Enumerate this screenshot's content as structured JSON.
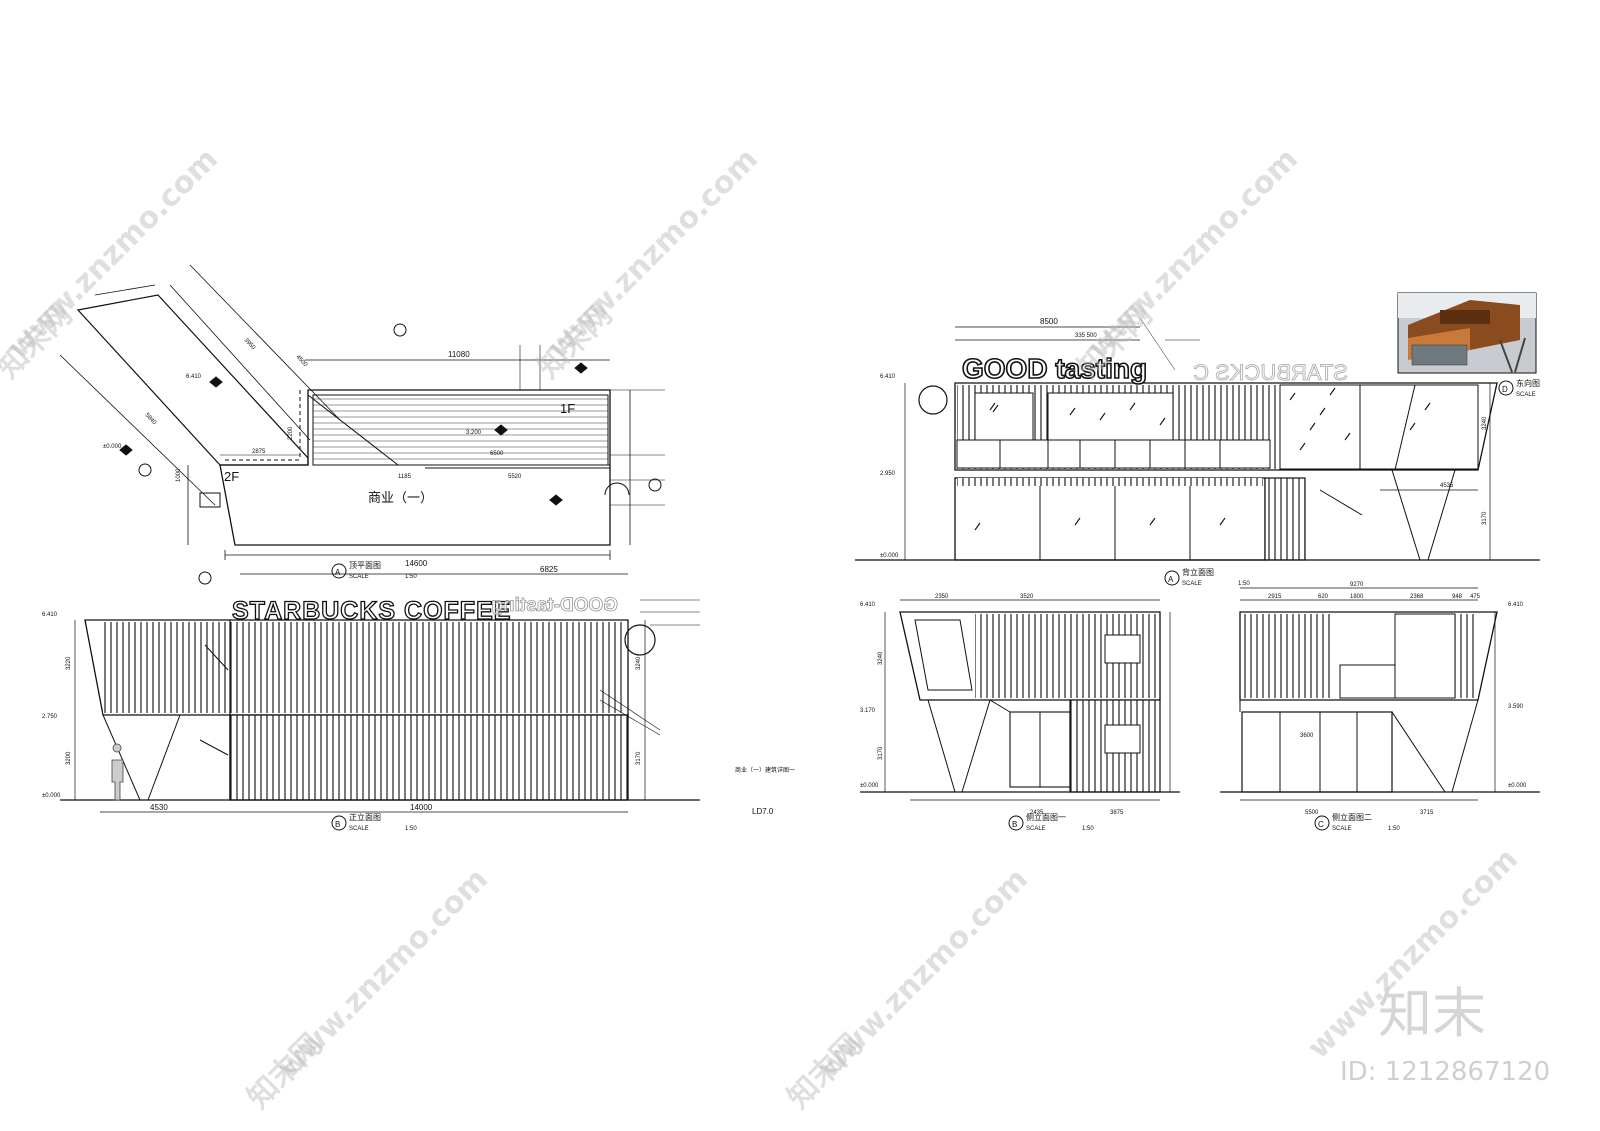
{
  "drawing": {
    "sheet_code": "LD7.0",
    "side_note": "商业（一）建筑详图一",
    "scale_word": "SCALE",
    "scale_value": "1:50"
  },
  "plan": {
    "marker": "A",
    "title": "顶平面图",
    "label_1f": "1F",
    "label_2f": "2F",
    "room_label": "商业（一）",
    "dims": {
      "d_total": "14600",
      "d_top": "11080",
      "d_2875": "2875",
      "d_6500": "6500",
      "d_1185": "1185",
      "d_5520": "5520",
      "d_3950": "3950",
      "d_4500": "4500",
      "d_5840": "5840",
      "d_1000": "1000",
      "d_2200": "2200"
    },
    "levels": {
      "l_6410": "6.410",
      "l_3200": "3.200",
      "l_0": "±0.000"
    }
  },
  "elev_front": {
    "marker": "B",
    "title": "正立面图",
    "sign_text": "STARBUCKS COFFEE",
    "sign_mirror": "GOOD-tasting",
    "dims": {
      "total": "14000",
      "left": "4530",
      "top": "6825",
      "h1": "3220",
      "h2": "3200",
      "h3": "3170",
      "h4": "3240"
    },
    "levels": {
      "l_6410": "6.410",
      "l_2750": "2.750",
      "l_0": "±0.000"
    }
  },
  "elev_back": {
    "marker": "A",
    "title": "背立面图",
    "marker_d": "D",
    "title_d": "东向图",
    "sign_text": "GOOD tasting",
    "sign_mirror": "STARBUCKS C",
    "dims": {
      "top": "8500",
      "top2": "335  500",
      "right": "4535",
      "h1": "3240",
      "h2": "3170"
    },
    "levels": {
      "l_6410": "6.410",
      "l_2950": "2.950",
      "l_0": "±0.000"
    }
  },
  "elev_side1": {
    "marker": "B",
    "title": "侧立面图一",
    "dims": {
      "d1": "2435",
      "d2": "3875",
      "top1": "2350",
      "top2": "3520",
      "h1": "3240",
      "h2": "3170"
    },
    "levels": {
      "l_6410": "6.410",
      "l_3170": "3.170",
      "l_0": "±0.000"
    }
  },
  "elev_side2": {
    "marker": "C",
    "title": "侧立面图二",
    "dims": {
      "d1": "5500",
      "d2": "3715",
      "top": "9270",
      "t1": "2915",
      "t2": "620",
      "t3": "1800",
      "t4": "2368",
      "t5": "948",
      "t6": "475",
      "mid": "3600"
    },
    "levels": {
      "l_6410": "6.410",
      "l_3590": "3.590",
      "l_0": "±0.000"
    }
  },
  "watermark": {
    "site": "www.znzmo.com",
    "cn": "知末网",
    "logo": "知末",
    "id": "ID: 1212867120"
  }
}
